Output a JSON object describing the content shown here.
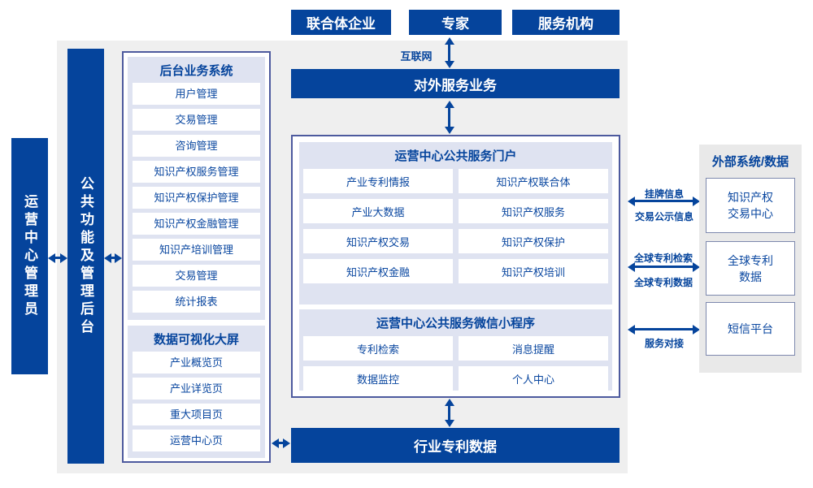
{
  "colors": {
    "primary_blue": "#05449c",
    "box_border": "#4d5a9e",
    "panel_lavender": "#dfe3f1",
    "canvas_gray": "#efefef",
    "external_panel_gray": "#e9e9e9",
    "external_box_border": "#7d88ad",
    "item_text": "#0a47a0"
  },
  "actors": {
    "items": [
      "联合体企业",
      "专家",
      "服务机构"
    ]
  },
  "labels": {
    "internet": "互联网"
  },
  "bars": {
    "external_service": "对外服务业务",
    "industry_patent_data": "行业专利数据"
  },
  "left": {
    "operator": "运营中心管理员",
    "backend_bar": "公共功能及管理后台"
  },
  "backend": {
    "title": "后台业务系统",
    "items": [
      "用户管理",
      "交易管理",
      "咨询管理",
      "知识产权服务管理",
      "知识产权保护管理",
      "知识产权金融管理",
      "知识产培训管理",
      "交易管理",
      "统计报表"
    ]
  },
  "dashboard": {
    "title": "数据可视化大屏",
    "items": [
      "产业概览页",
      "产业详览页",
      "重大项目页",
      "运营中心页"
    ]
  },
  "portal": {
    "title": "运营中心公共服务门户",
    "items": [
      "产业专利情报",
      "知识产权联合体",
      "产业大数据",
      "知识产权服务",
      "知识产权交易",
      "知识产权保护",
      "知识产权金融",
      "知识产权培训"
    ]
  },
  "mini": {
    "title": "运营中心公共服务微信小程序",
    "items": [
      "专利检索",
      "消息提醒",
      "数据监控",
      "个人中心"
    ]
  },
  "external": {
    "title": "外部系统/数据",
    "systems": [
      {
        "line1": "知识产权",
        "line2": "交易中心"
      },
      {
        "line1": "全球专利",
        "line2": "数据"
      },
      {
        "line1": "短信平台",
        "line2": ""
      }
    ]
  },
  "links": {
    "listing_top": "挂牌信息",
    "listing_bottom": "交易公示信息",
    "patent_top": "全球专利检索",
    "patent_bottom": "全球专利数据",
    "service": "服务对接"
  }
}
